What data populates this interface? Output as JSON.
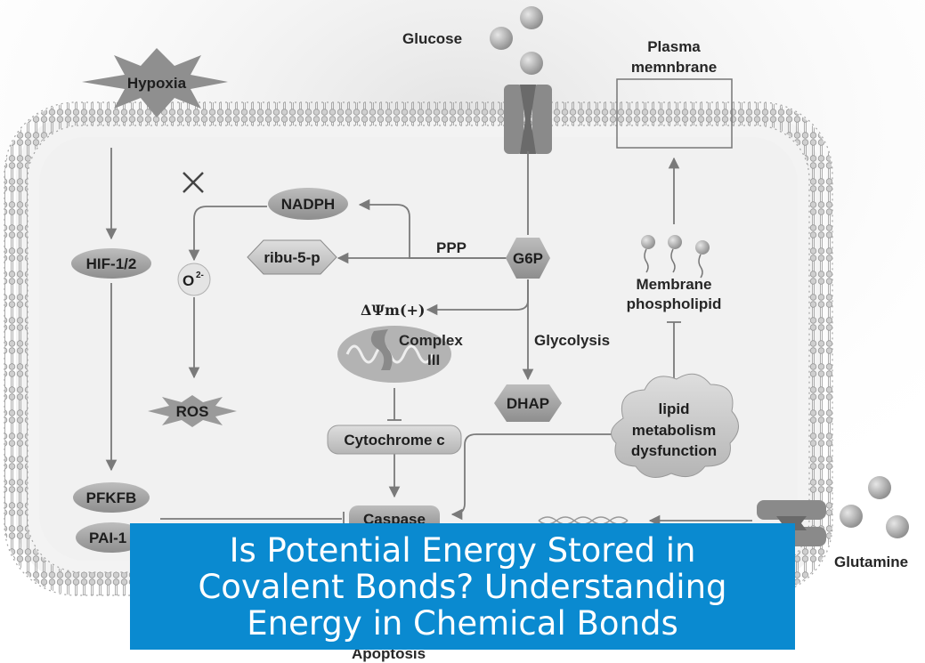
{
  "diagram": {
    "labels": {
      "glucose": "Glucose",
      "plasma_membrane_line1": "Plasma",
      "plasma_membrane_line2": "memnbrane",
      "hypoxia": "Hypoxia",
      "nadph": "NADPH",
      "ppp": "PPP",
      "ribu5p": "ribu-5-p",
      "g6p": "G6P",
      "hif": "HIF-1/2",
      "superoxide": "O",
      "superoxide_sup": "2-",
      "delta_psi": "ΔΨm(+)",
      "complex_line1": "Complex",
      "complex_line2": "III",
      "glycolysis": "Glycolysis",
      "membrane_phospholipid_line1": "Membrane",
      "membrane_phospholipid_line2": "phospholipid",
      "ros": "ROS",
      "dhap": "DHAP",
      "lipid_line1": "lipid",
      "lipid_line2": "metabolism",
      "lipid_line3": "dysfunction",
      "cytochrome_c": "Cytochrome c",
      "pfkfb": "PFKFB",
      "caspase": "Caspase",
      "pai1": "PAI-1",
      "glutamine": "Glutamine",
      "apoptosis": "Apoptosis"
    }
  },
  "banner": {
    "title": "Is Potential Energy Stored in Covalent Bonds? Understanding Energy in Chemical Bonds"
  }
}
